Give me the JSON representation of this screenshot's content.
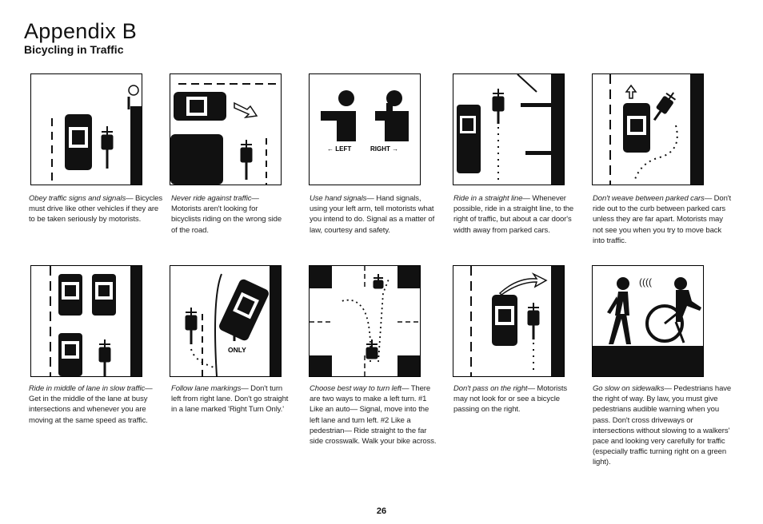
{
  "header": {
    "title": "Appendix B",
    "subtitle": "Bicycling in Traffic"
  },
  "panels": [
    {
      "lead": "Obey traffic signs and signals—",
      "body": " Bicycles must drive like other vehicles if they are to be taken seriously by motorists."
    },
    {
      "lead": "Never ride against traffic—",
      "body": " Motorists aren't looking for bicyclists riding on the wrong side of the road."
    },
    {
      "lead": "Use hand signals—",
      "body": " Hand signals, using your left arm, tell motorists what you intend to do. Signal as a matter of law, courtesy and safety.",
      "labels": {
        "left": "← LEFT",
        "right": "RIGHT →"
      }
    },
    {
      "lead": "Ride in a straight line—",
      "body": " Whenever possible, ride in a straight line, to the right of traffic, but about a car door's width away from parked cars."
    },
    {
      "lead": "Don't weave between parked cars—",
      "body": " Don't ride out to the curb between parked cars unless they are far apart. Motorists may not see you when you try to move back into traffic."
    },
    {
      "lead": "Ride in middle of lane in slow traffic—",
      "body": " Get in the middle of the lane at busy intersections and whenever you are moving at the same speed as traffic."
    },
    {
      "lead": "Follow lane markings—",
      "body": " Don't turn left from right lane. Don't go straight in a lane marked 'Right Turn Only.'",
      "labels": {
        "only": "ONLY"
      }
    },
    {
      "lead": "Choose best way to turn left—",
      "body": " There are two ways to make a left turn. #1 Like an auto— Signal, move into the left lane and turn left. #2 Like a pedestrian— Ride straight to the far side crosswalk. Walk your bike across."
    },
    {
      "lead": "Don't pass on the right—",
      "body": " Motorists may not look for or see a bicycle passing on the right."
    },
    {
      "lead": "Go slow on sidewalks—",
      "body": " Pedestrians have the right of way. By law, you must give pedestrians audible warning when you pass. Don't cross driveways or intersections without slowing to a walkers' pace and looking very carefully for traffic (especially traffic turning right on a green light)."
    }
  ],
  "footer": {
    "page_number": "26"
  }
}
